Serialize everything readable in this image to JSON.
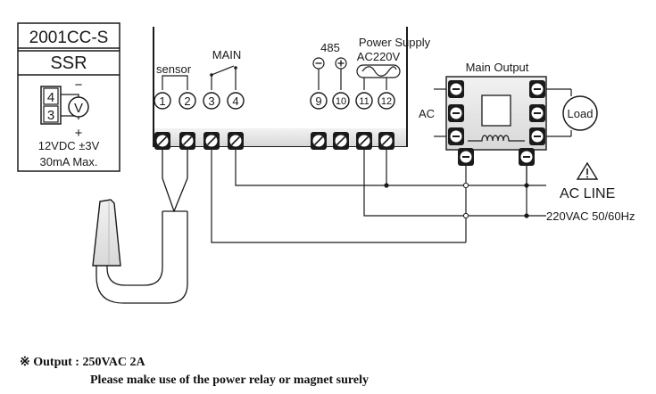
{
  "ssr_box": {
    "model": "2001CC-S",
    "type": "SSR",
    "minus": "−",
    "plus": "+",
    "pin_a": "4",
    "pin_b": "3",
    "meter": "V",
    "spec_voltage": "12VDC ±3V",
    "spec_current": "30mA Max."
  },
  "controller": {
    "sensor_label": "sensor",
    "main_label": "MAIN",
    "t485_label": "485",
    "power_label": "Power Supply",
    "ac_label": "AC220V",
    "minus_symbol": "⊖",
    "plus_symbol": "⊕",
    "terminals": [
      "1",
      "2",
      "3",
      "4",
      "9",
      "10",
      "11",
      "12"
    ]
  },
  "main_output": {
    "title": "Main Output",
    "ac_label": "AC",
    "load_label": "Load"
  },
  "ac_line": {
    "label": "AC LINE",
    "spec": "220VAC 50/60Hz"
  },
  "notes": {
    "line1": "※ Output : 250VAC 2A",
    "line2": "Please make use of the power relay or magnet surely"
  },
  "colors": {
    "line": "#1a1a1a",
    "shade": "#e2e2e2"
  }
}
